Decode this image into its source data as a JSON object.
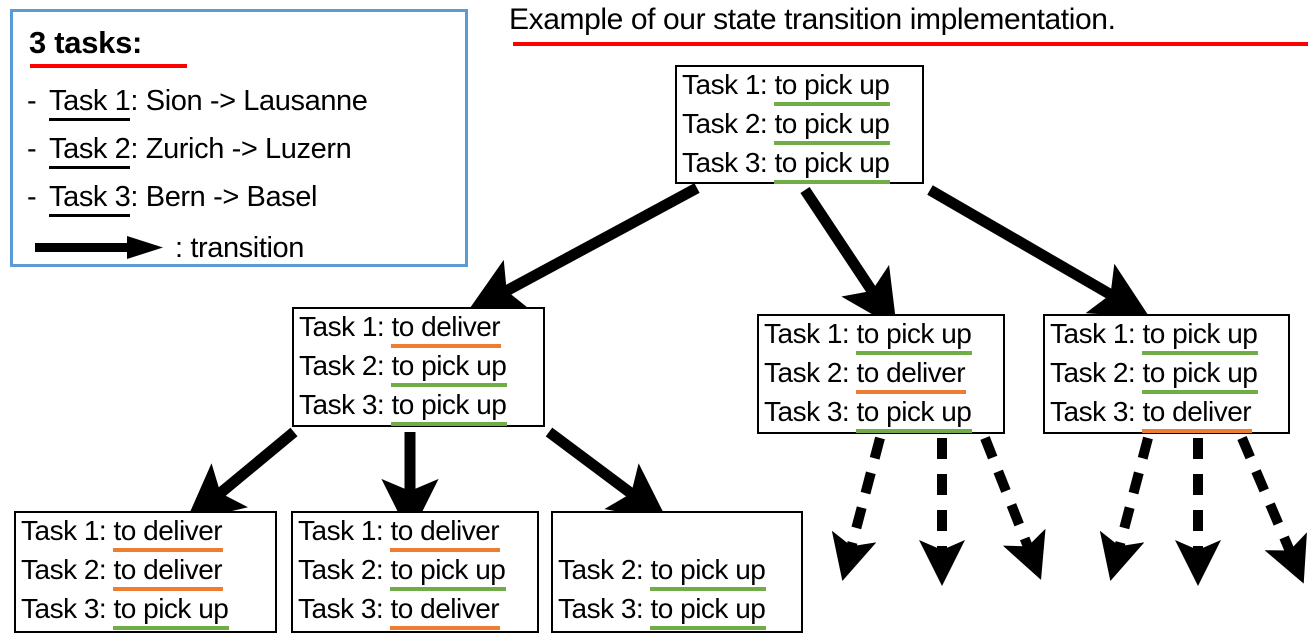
{
  "title": {
    "text": "Example of our state transition implementation.",
    "underline_color": "#FF0000"
  },
  "legend": {
    "heading": "3 tasks:",
    "heading_underline_color": "#FF0000",
    "border_color": "#5B9BD5",
    "bullet": "-",
    "tasks": [
      {
        "name": "Task 1",
        "separator": ": ",
        "route": "Sion -> Lausanne"
      },
      {
        "name": "Task 2",
        "separator": ": ",
        "route": "Zurich -> Luzern"
      },
      {
        "name": "Task 3",
        "separator": ": ",
        "route": "Bern -> Basel"
      }
    ],
    "arrow_legend": {
      "icon": "solid-arrow-right-icon",
      "label": ": transition"
    }
  },
  "colors": {
    "pick_up_underline": "#70AD47",
    "deliver_underline": "#ED7D31",
    "title_underline": "#FF0000",
    "legend_border": "#5B9BD5",
    "node_border": "#000000",
    "arrow": "#000000"
  },
  "status_labels": {
    "pick_up": "to pick up",
    "deliver": "to deliver"
  },
  "nodes": {
    "root": {
      "id": "root",
      "lines": [
        {
          "task": "Task 1: ",
          "status": "to pick up",
          "state": "pick"
        },
        {
          "task": "Task 2: ",
          "status": "to pick up",
          "state": "pick"
        },
        {
          "task": "Task 3: ",
          "status": "to pick up",
          "state": "pick"
        }
      ]
    },
    "l1": {
      "id": "level1-left",
      "lines": [
        {
          "task": "Task 1: ",
          "status": "to deliver",
          "state": "deliver"
        },
        {
          "task": "Task 2: ",
          "status": "to pick up",
          "state": "pick"
        },
        {
          "task": "Task 3: ",
          "status": "to pick up",
          "state": "pick"
        }
      ]
    },
    "m1": {
      "id": "level1-middle",
      "lines": [
        {
          "task": "Task 1: ",
          "status": "to pick up",
          "state": "pick"
        },
        {
          "task": "Task 2: ",
          "status": "to deliver",
          "state": "deliver"
        },
        {
          "task": "Task 3: ",
          "status": "to pick up",
          "state": "pick"
        }
      ]
    },
    "r1": {
      "id": "level1-right",
      "lines": [
        {
          "task": "Task 1: ",
          "status": "to pick up",
          "state": "pick"
        },
        {
          "task": "Task 2: ",
          "status": "to pick up",
          "state": "pick"
        },
        {
          "task": "Task 3: ",
          "status": "to deliver",
          "state": "deliver"
        }
      ]
    },
    "b1": {
      "id": "level2-left",
      "lines": [
        {
          "task": "Task 1: ",
          "status": "to deliver",
          "state": "deliver"
        },
        {
          "task": "Task 2: ",
          "status": "to deliver",
          "state": "deliver"
        },
        {
          "task": "Task 3: ",
          "status": "to pick up",
          "state": "pick"
        }
      ]
    },
    "b2": {
      "id": "level2-middle",
      "lines": [
        {
          "task": "Task 1: ",
          "status": "to deliver",
          "state": "deliver"
        },
        {
          "task": "Task 2: ",
          "status": "to pick up",
          "state": "pick"
        },
        {
          "task": "Task 3: ",
          "status": "to deliver",
          "state": "deliver"
        }
      ]
    },
    "b3": {
      "id": "level2-right",
      "lines": [
        {
          "task": "",
          "status": "",
          "state": "empty"
        },
        {
          "task": "Task 2: ",
          "status": "to pick up",
          "state": "pick"
        },
        {
          "task": "Task 3: ",
          "status": "to pick up",
          "state": "pick"
        }
      ]
    }
  },
  "transitions": {
    "solid_count": 6,
    "dashed_count": 6,
    "note": "solid arrows show explicit transitions; dashed arrows indicate further unexpanded transitions"
  }
}
